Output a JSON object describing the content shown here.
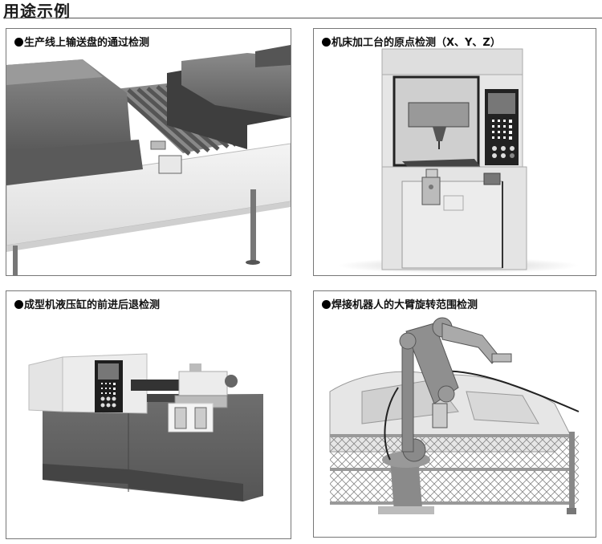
{
  "page": {
    "title": "用途示例"
  },
  "panels": [
    {
      "caption": "生产线上输送盘的通过检测",
      "illustration": "conveyor-tray-pass-detection"
    },
    {
      "caption": "机床加工台的原点检测（X、Y、Z）",
      "illustration": "machine-tool-origin-detection"
    },
    {
      "caption": "成型机液压缸的前进后退检测",
      "illustration": "molding-machine-cylinder-detection"
    },
    {
      "caption": "焊接机器人的大臂旋转范围检测",
      "illustration": "welding-robot-arm-rotation-detection"
    }
  ],
  "colors": {
    "dark_gray": "#4a4a4a",
    "mid_gray": "#7a7a7a",
    "light_gray": "#d8d8d8",
    "border": "#777777"
  }
}
